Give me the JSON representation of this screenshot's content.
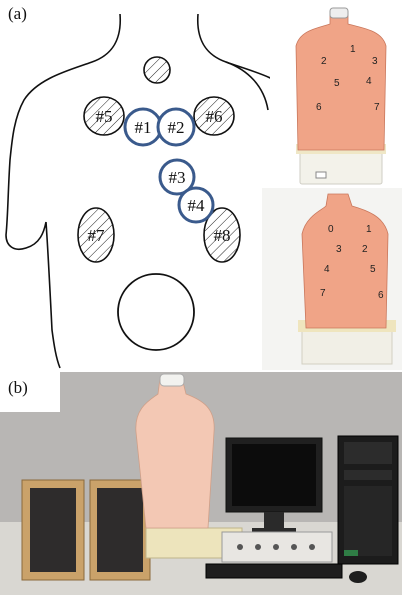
{
  "panel_a": {
    "label": "(a)",
    "sites": [
      {
        "id": "#1",
        "kind": "ring"
      },
      {
        "id": "#2",
        "kind": "ring"
      },
      {
        "id": "#3",
        "kind": "ring"
      },
      {
        "id": "#4",
        "kind": "ring"
      },
      {
        "id": "#5",
        "kind": "hatched"
      },
      {
        "id": "#6",
        "kind": "hatched"
      },
      {
        "id": "#7",
        "kind": "hatched"
      },
      {
        "id": "#8",
        "kind": "hatched"
      }
    ],
    "photo_top_labels": [
      "1",
      "2",
      "3",
      "4",
      "5",
      "6",
      "7"
    ],
    "photo_bottom_labels": [
      "0",
      "1",
      "3",
      "2",
      "4",
      "5",
      "7",
      "6"
    ]
  },
  "panel_b": {
    "label": "(b)"
  },
  "colors": {
    "ring": "#3a5a8c",
    "manikin": "#f0a487",
    "manikin_pale": "#f3c8b4",
    "wall": "#b8b6b4",
    "table": "#d9d7d2"
  }
}
